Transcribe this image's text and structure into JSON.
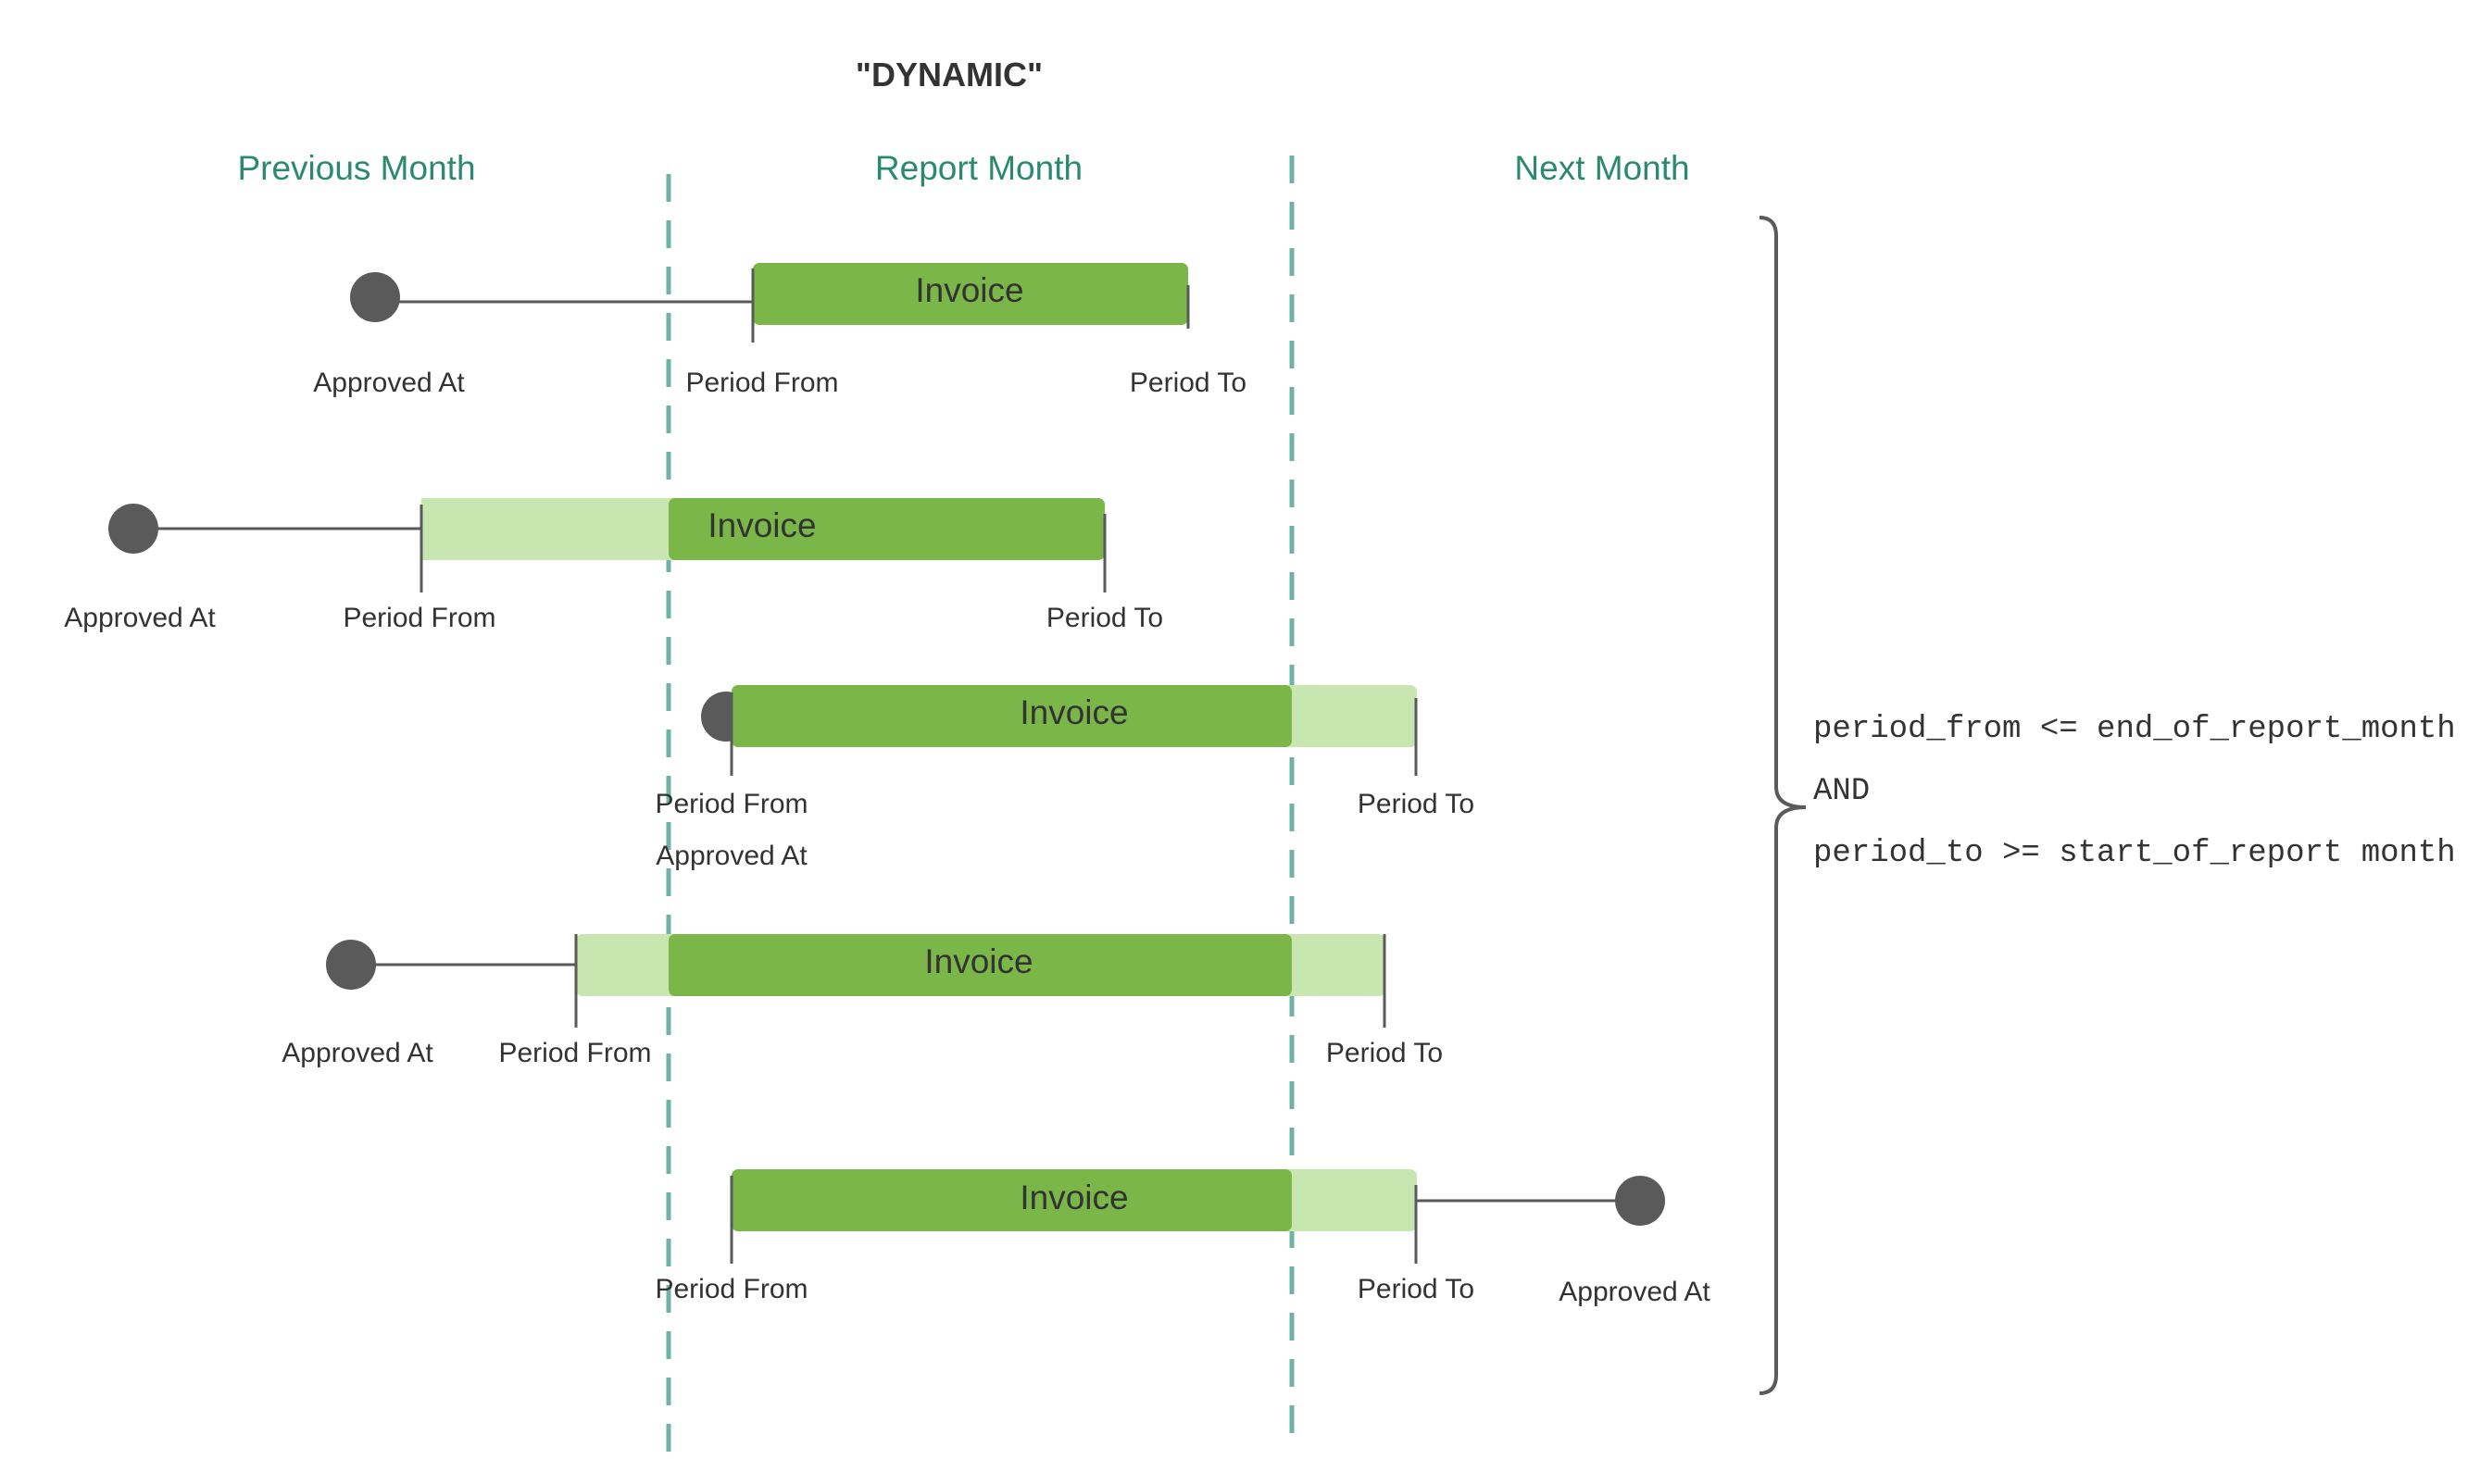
{
  "diagram": {
    "title": "\"DYNAMIC\"",
    "columns": {
      "previous": "Previous Month",
      "report": "Report Month",
      "next": "Next Month"
    },
    "labels": {
      "invoice": "Invoice",
      "approved_at": "Approved At",
      "period_from": "Period From",
      "period_to": "Period To"
    },
    "condition": {
      "line1": "period_from <= end_of_report_month",
      "line2": "AND",
      "line3": "period_to >= start_of_report month"
    },
    "colors": {
      "accent": "#2b8a6e",
      "divider": "#6fb3a6",
      "bar_in_month": "#7ab648",
      "bar_out_of_month": "#c8e6b0",
      "marker": "#5a5a5a",
      "text": "#333333"
    }
  }
}
